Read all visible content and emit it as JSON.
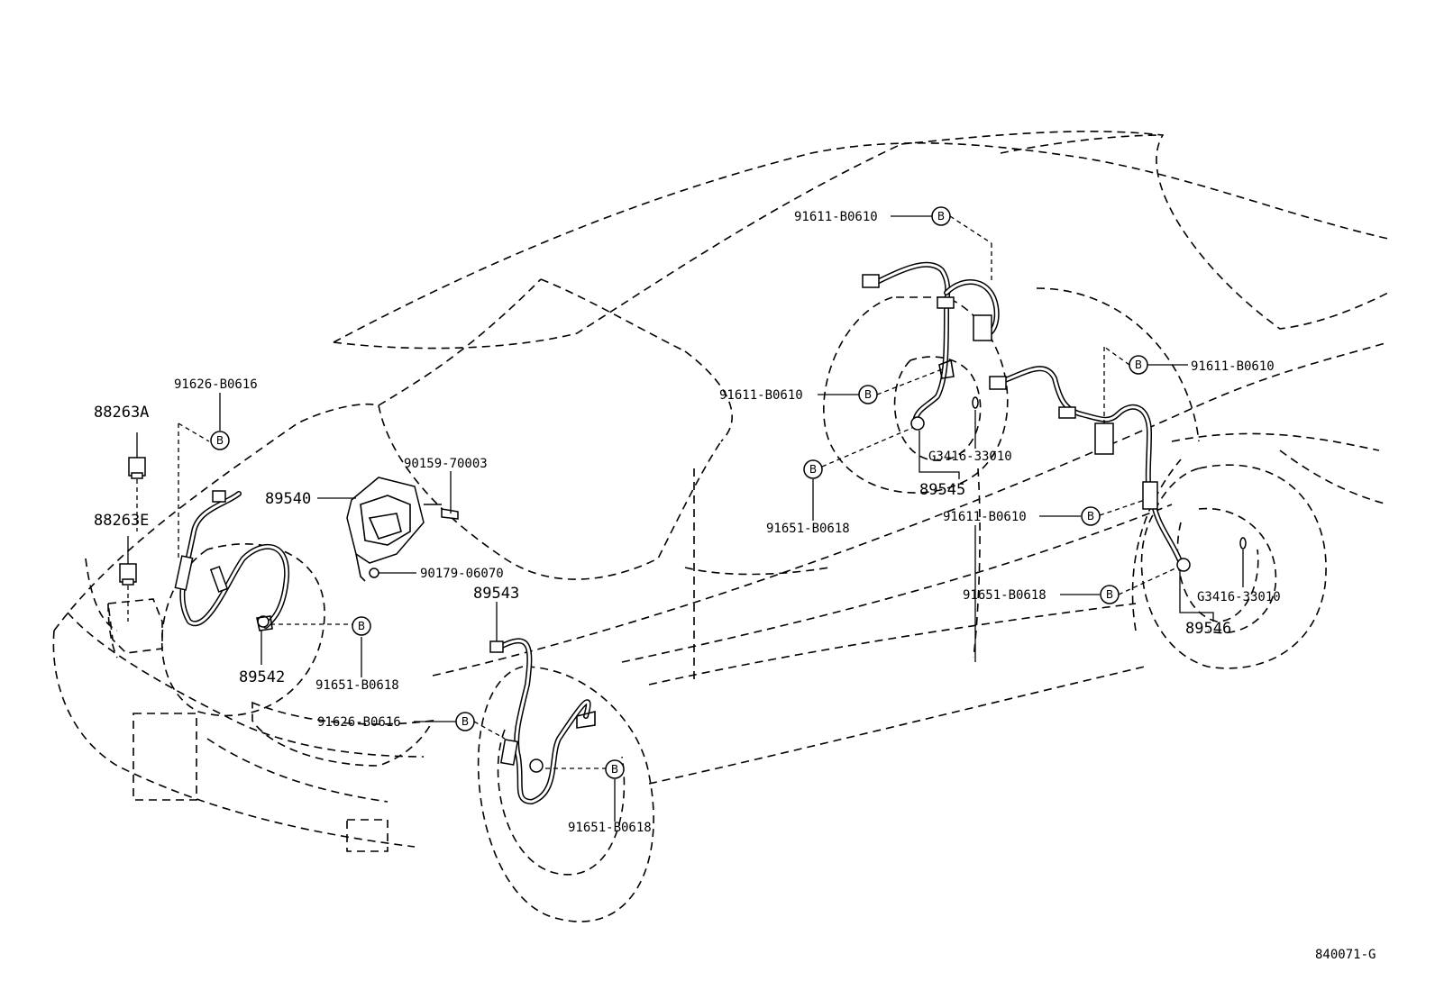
{
  "labels": {
    "relay_a": "88263A",
    "relay_e": "88263E",
    "bolt_fl_top": "91626-B0616",
    "ecu": "89540",
    "bolt_ecu": "90159-70003",
    "nut_ecu": "90179-06070",
    "sensor_fl": "89542",
    "bolt_fl_sensor": "91651-B0618",
    "sensor_fr_wire": "89543",
    "bolt_fr_wire": "91626-B0616",
    "bolt_fr_sensor": "91651-B0618",
    "bolt_rl_top": "91611-B0610",
    "bolt_rl_mid": "91611-B0610",
    "bolt_rl_sensor": "91651-B0618",
    "grommet_rl": "G3416-33010",
    "sensor_rl": "89545",
    "bolt_rr_top": "91611-B0610",
    "bolt_rr_mid": "91611-B0610",
    "bolt_rr_sensor": "91651-B0618",
    "grommet_rr": "G3416-33010",
    "sensor_rr": "89546",
    "diagram_id": "840071-G"
  },
  "callout_letter": "B"
}
